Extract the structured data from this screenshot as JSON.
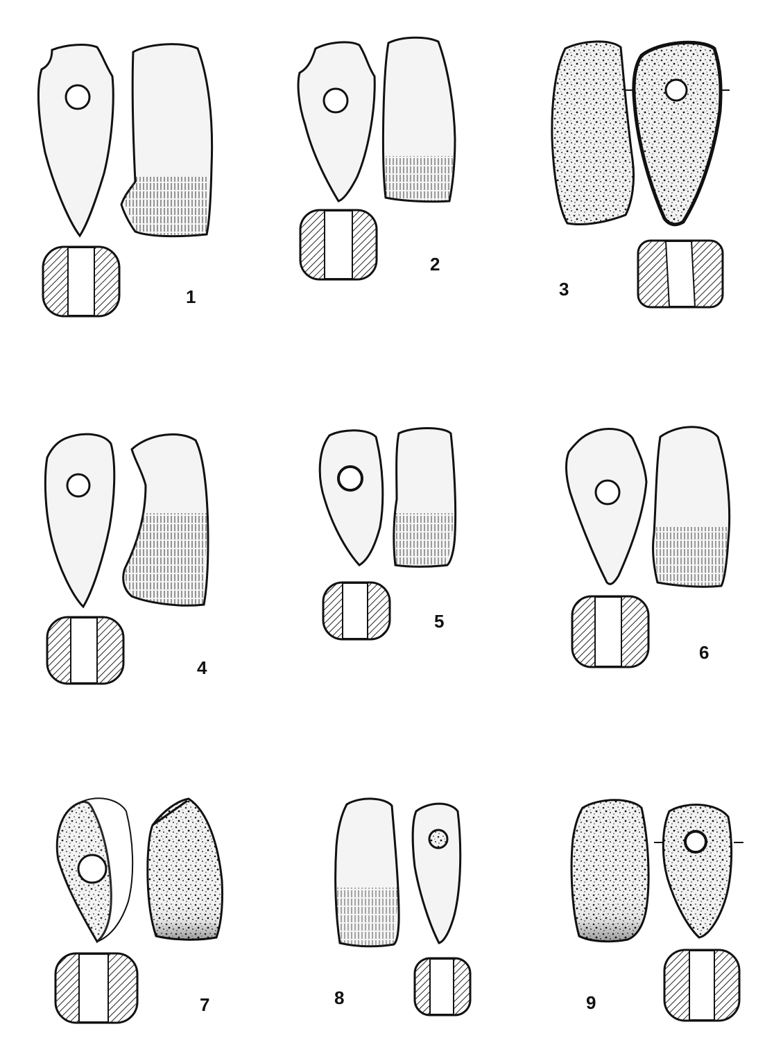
{
  "figures": [
    {
      "number": "1"
    },
    {
      "number": "2"
    },
    {
      "number": "3"
    },
    {
      "number": "4"
    },
    {
      "number": "5"
    },
    {
      "number": "6"
    },
    {
      "number": "7"
    },
    {
      "number": "8"
    },
    {
      "number": "9"
    }
  ],
  "colors": {
    "ink": "#111111",
    "stone_fill": "#f4f4f4",
    "paper": "#ffffff"
  }
}
